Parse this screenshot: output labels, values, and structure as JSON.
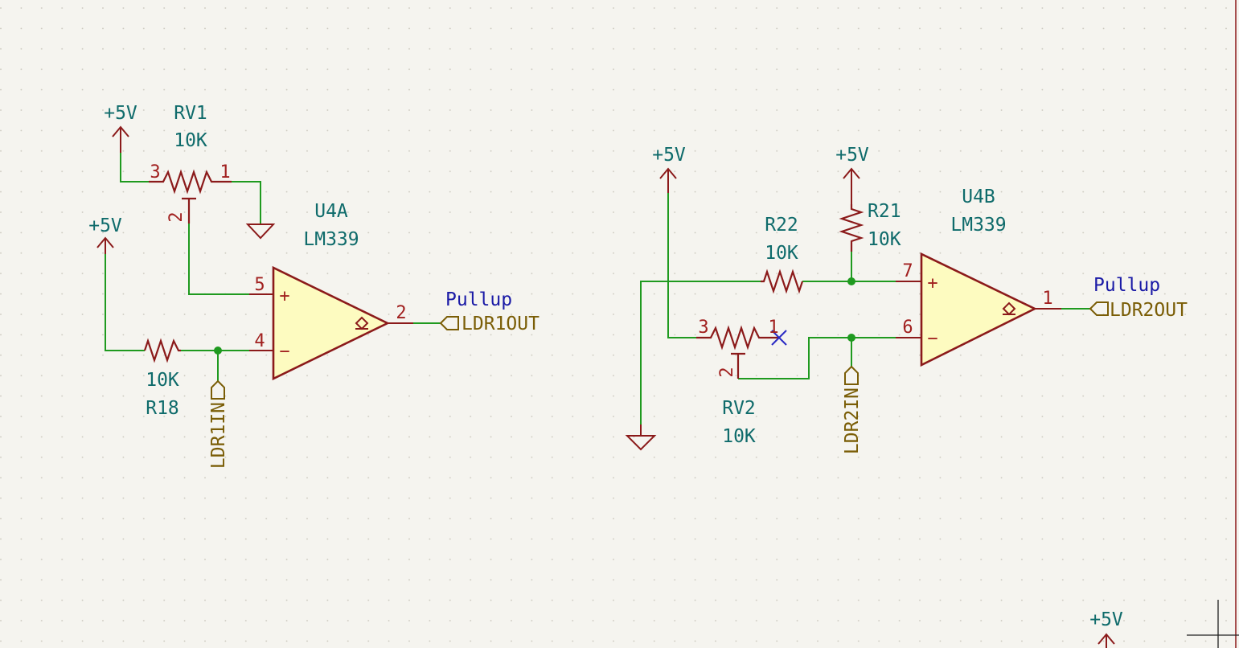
{
  "components": {
    "rv1": {
      "ref": "RV1",
      "value": "10K",
      "pin_a": "3",
      "pin_b": "1",
      "pin_w": "2"
    },
    "r18": {
      "ref": "R18",
      "value": "10K"
    },
    "u4a": {
      "ref": "U4A",
      "value": "LM339",
      "pin_plus": "5",
      "pin_minus": "4",
      "pin_out": "2",
      "plus_sign": "+",
      "minus_sign": "−"
    },
    "r22": {
      "ref": "R22",
      "value": "10K"
    },
    "r21": {
      "ref": "R21",
      "value": "10K"
    },
    "rv2": {
      "ref": "RV2",
      "value": "10K",
      "pin_a": "3",
      "pin_b": "1",
      "pin_w": "2"
    },
    "u4b": {
      "ref": "U4B",
      "value": "LM339",
      "pin_plus": "7",
      "pin_minus": "6",
      "pin_out": "1",
      "plus_sign": "+",
      "minus_sign": "−"
    }
  },
  "power": {
    "vcc": "+5V"
  },
  "labels": {
    "ldr1out": "LDR1OUT",
    "ldr2out": "LDR2OUT",
    "ldr1in": "LDR1IN",
    "ldr2in": "LDR2IN",
    "pullup": "Pullup"
  },
  "colors": {
    "background": "#f5f4ef",
    "wire": "#1f9a1f",
    "component": "#8b1a1a",
    "opamp_fill": "#fdfbc0",
    "reference_text": "#0f6b6b",
    "label": "#7a5d06",
    "attribute_text": "#1a1aa6",
    "no_connect": "#2b2bc4"
  }
}
